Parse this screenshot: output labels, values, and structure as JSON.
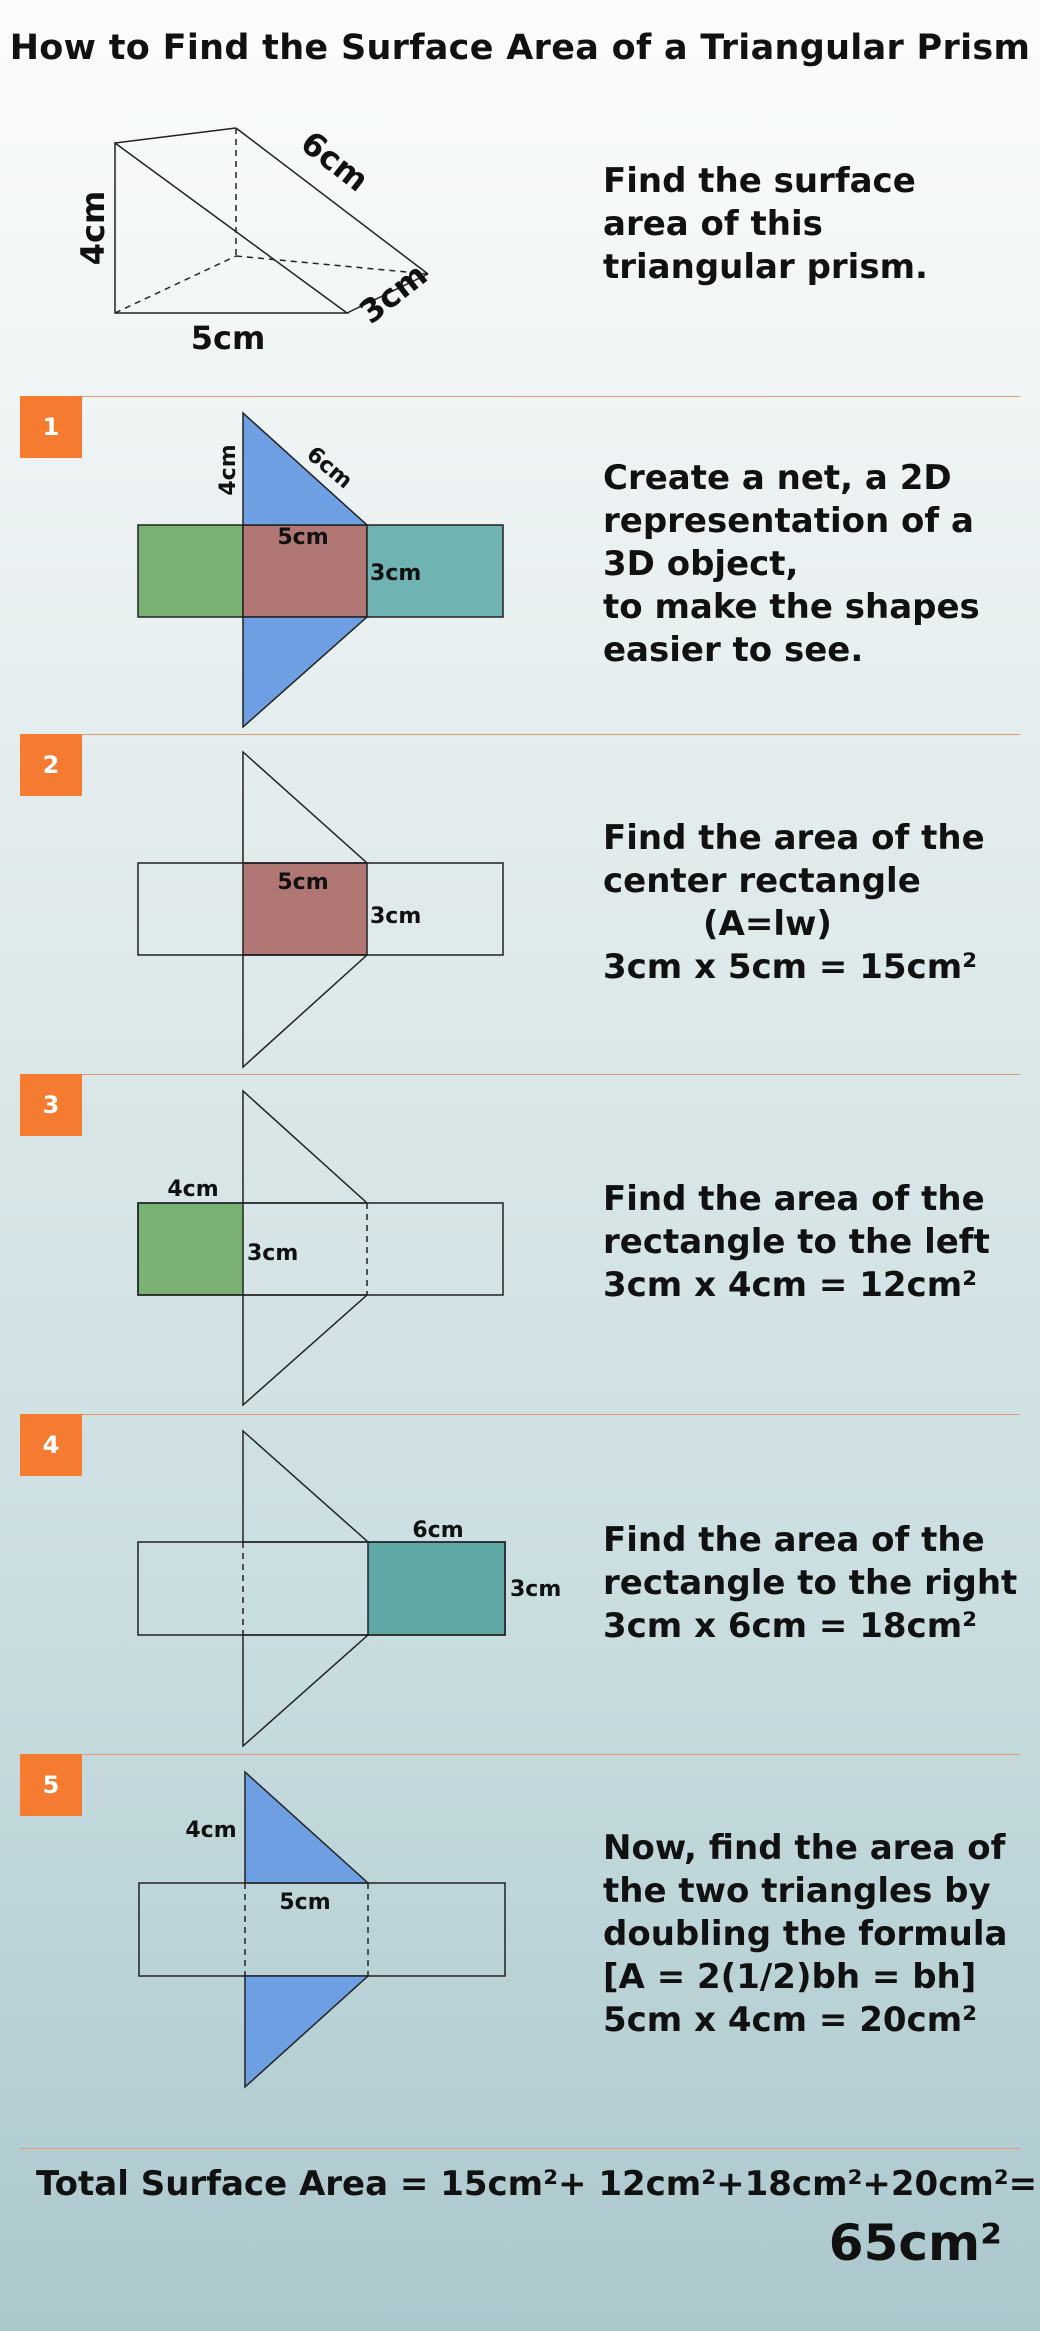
{
  "title": "How to Find the Surface Area of a Triangular Prism",
  "intro": {
    "prism_labels": {
      "height": "4cm",
      "hyp": "6cm",
      "base": "5cm",
      "depth": "3cm"
    },
    "lines": [
      "Find the surface",
      "area of this",
      "triangular prism."
    ]
  },
  "steps": [
    {
      "number": "1",
      "labels": {
        "left_tri": "4cm",
        "hyp": "6cm",
        "center_w": "5cm",
        "center_h": "3cm"
      },
      "lines": [
        "Create a net, a 2D",
        "representation of a",
        "3D object,",
        "to make the shapes",
        "easier to see."
      ]
    },
    {
      "number": "2",
      "labels": {
        "w": "5cm",
        "h": "3cm"
      },
      "lines": [
        "Find the area of the",
        "center rectangle",
        "(A=lw)",
        "3cm x 5cm = 15cm²"
      ]
    },
    {
      "number": "3",
      "labels": {
        "w": "4cm",
        "h": "3cm"
      },
      "lines": [
        "Find the area of the",
        "rectangle to the left",
        "3cm x 4cm = 12cm²"
      ]
    },
    {
      "number": "4",
      "labels": {
        "w": "6cm",
        "h": "3cm"
      },
      "lines": [
        "Find the area of the",
        "rectangle to the right",
        "3cm x 6cm = 18cm²"
      ]
    },
    {
      "number": "5",
      "labels": {
        "h": "4cm",
        "w": "5cm"
      },
      "lines": [
        "Now, find the area of",
        "the two triangles by",
        "doubling the formula",
        "[A = 2(1/2)bh = bh]",
        "5cm x 4cm = 20cm²"
      ]
    }
  ],
  "total": {
    "line": "Total Surface Area = 15cm²+ 12cm²+18cm²+20cm²=",
    "answer": "65cm²"
  },
  "colors": {
    "badge": "#f47b30",
    "green": "#79b173",
    "red": "#b07775",
    "teal": "#6fb3b2",
    "teal_dark": "#5fa8a6",
    "blue": "#6f9fe3"
  }
}
